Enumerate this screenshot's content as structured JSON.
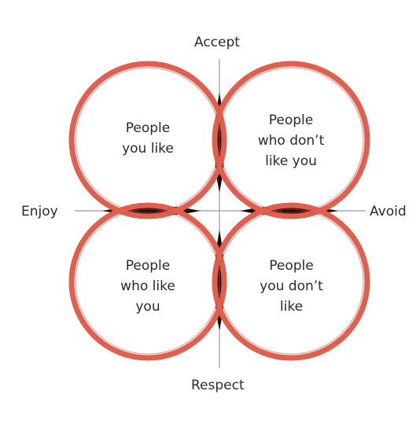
{
  "diagram": {
    "axes": {
      "top": "Accept",
      "bottom": "Respect",
      "left": "Enjoy",
      "right": "Avoid"
    },
    "quadrants": {
      "top_left": [
        "People",
        "you like"
      ],
      "top_right": [
        "People",
        "who don’t",
        "like you"
      ],
      "bottom_left": [
        "People",
        "who like",
        "you"
      ],
      "bottom_right": [
        "People",
        "you  don’t",
        "like"
      ]
    },
    "colors": {
      "ring": "#e06050",
      "ring_dark": "#c9473a",
      "lens": "#1a0a08",
      "text": "#2a2a2a"
    }
  }
}
